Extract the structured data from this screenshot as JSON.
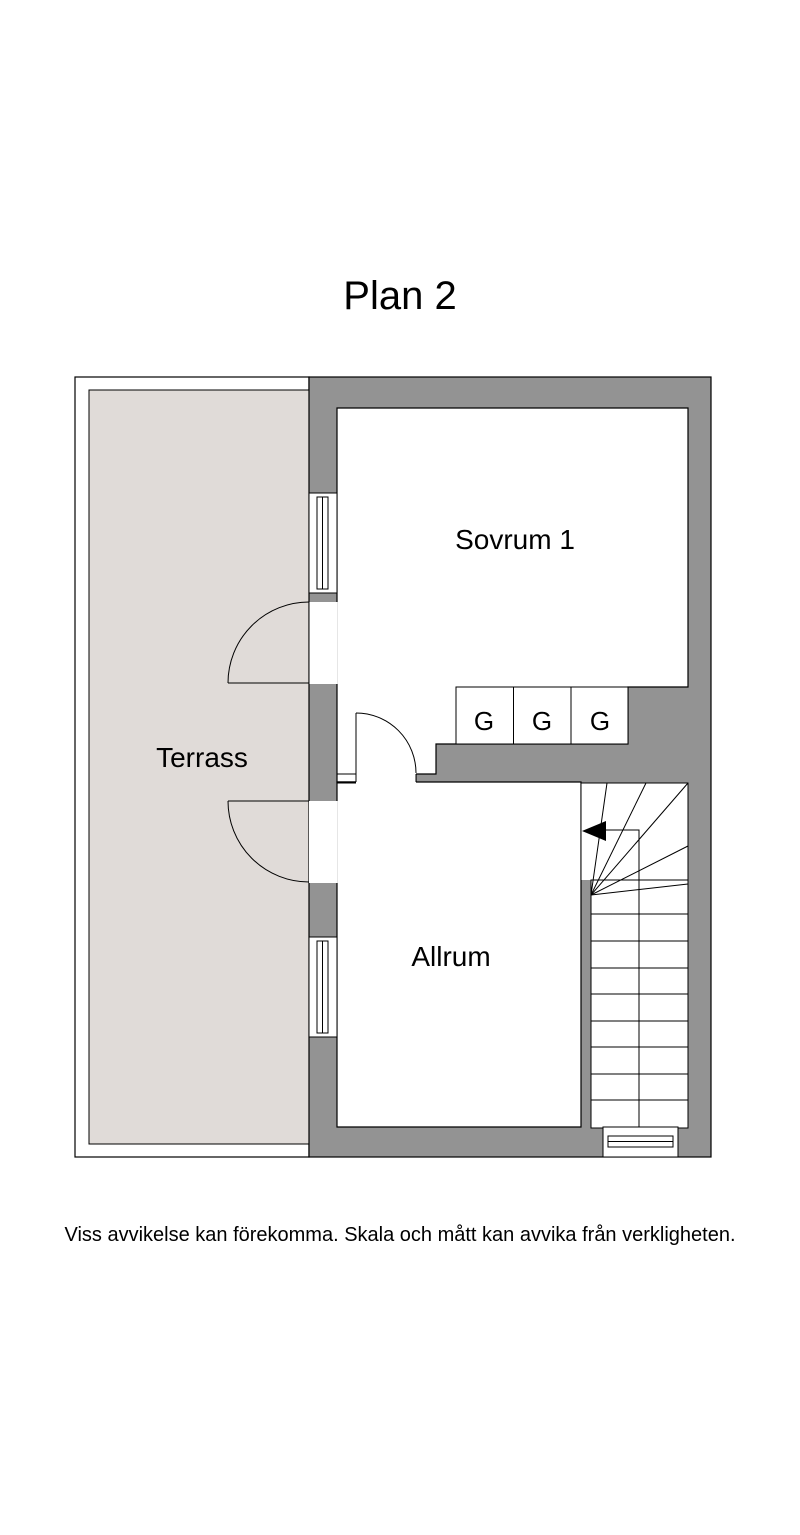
{
  "title": "Plan 2",
  "disclaimer": "Viss avvikelse kan förekomma. Skala och mått kan avvika från verkligheten.",
  "rooms": {
    "terrace": "Terrass",
    "bedroom": "Sovrum 1",
    "living": "Allrum"
  },
  "wardrobes": [
    "G",
    "G",
    "G"
  ],
  "colors": {
    "wall": "#939393",
    "terrace": "#e0dbd8",
    "line": "#000000",
    "background": "#ffffff"
  },
  "icons": {
    "stair_direction": "arrow-left-icon"
  }
}
